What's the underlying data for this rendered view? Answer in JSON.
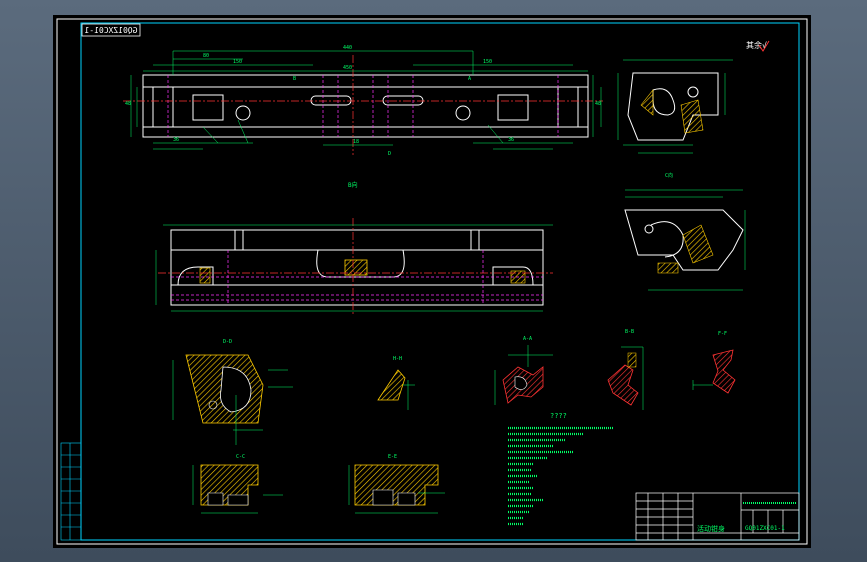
{
  "drawing": {
    "drawing_number_mirrored": "GQ01ZXC01-1",
    "main_view_label": "B向",
    "section_labels": {
      "dd": "D-D",
      "aa": "A-A",
      "bb": "B-B",
      "ff": "F-F",
      "hh": "H-H",
      "cc": "C-C",
      "ee": "E-E"
    },
    "technical_requirements_title": "????",
    "roughness_note": "其余√",
    "title_block": {
      "part_name": "活动钳身",
      "drawing_number": "GQ01ZXC01-1"
    }
  },
  "colors": {
    "outline": "#00d4ff",
    "dimension": "#00ff66",
    "hidden": "#ff33ff",
    "centerline": "#ff3333",
    "hatch": "#ffcc00"
  }
}
